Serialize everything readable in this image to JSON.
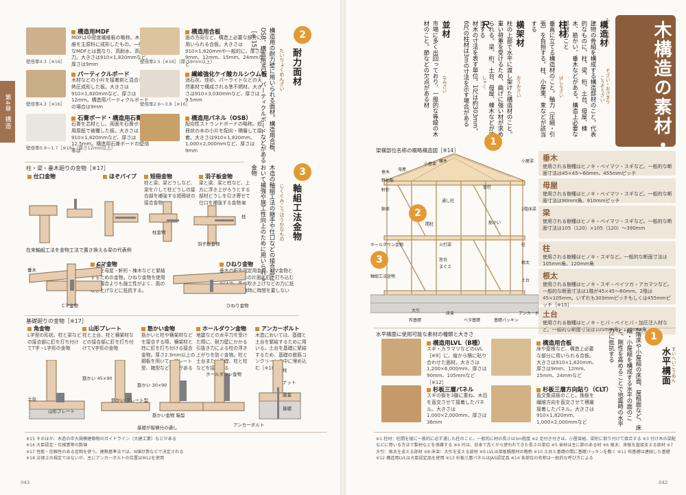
{
  "left_page": {
    "page_number": "043",
    "side_tab": {
      "chapter": "第4章",
      "label": "構造"
    },
    "materials_top": [
      {
        "name": "構造用MDF",
        "desc": "MDFは中密度繊維板の略称。木質繊維を主原料に成形したもの。一般的なMDFとは異なり、高耐水、高耐力。大きさは910×1,820mmなど、厚さは9mm",
        "size": "壁倍率4.3［※16］",
        "color": "#cdb08e"
      },
      {
        "name": "構造用合板",
        "desc": "面の方向など、構造上必要な部分に用いられる合板。大きさは910×1,820mmや一般的に、厚さは9mm、12mm、15mm、24mmなど",
        "size": "壁倍率2.5［※16］（厚さ9mm以上）",
        "color": "#dcc49e"
      },
      {
        "name": "パーティクルボード",
        "desc": "木材などの小片を接着剤と混合して熱圧成形した板。大きさは910×1,820mmなど、厚さは12mm。構造用パーティクルボードの場合は9mm",
        "size": "壁倍率4.3［※16］",
        "color": "#c9ad86"
      },
      {
        "name": "繊維強化ケイ酸カルシウム板",
        "desc": "消石灰、珪砂、パーライトなどの天然素材で構成される準不燃材。大きさは910×3,030mmなど、厚さは9.5mm",
        "size": "壁倍率2.6～3.8［※16］",
        "color": "#e3dcd0"
      },
      {
        "name": "石膏ボード・構造用石膏ボード",
        "desc": "石膏を芯材とし、両面を石膏ボード用原紙で被覆した板。大きさは910×1,820mmなど、厚さは12.5mm。構造用石膏ボードの壁倍率は",
        "size": "壁倍率0.9～1.7［※16］（厚さ12mm以上）",
        "color": "#e9e6e0"
      },
      {
        "name": "構造用パネル（OSB）",
        "desc": "配向性ストランドボードの略称。短冊状の木の小片を配向・積層して接着。大きさは910×1,820mm、1,000×2,000mmなど、厚さは9mm",
        "size": "",
        "color": "#c8a06a"
      }
    ],
    "section2": {
      "number": "2",
      "heading": "耐力面材",
      "reading": "たいりょくめんざい",
      "body": "構造用の耐力壁に用いられる面材。構造用合板、OSB、構造用MDF、パーティクルボードなどがある［※15］"
    },
    "section3": {
      "number": "3",
      "heading": "軸組工法金物",
      "reading": "じくぐみこうほうかなもの",
      "body": "木造の軸組工法の継手や仕口などの接合部において補強や施工性向上のために用いられる金物"
    },
    "hardware_label_1": "柱・梁・垂木廻りの金物［※17］",
    "hardware_1": [
      {
        "name": "仕口金物",
        "desc": ""
      },
      {
        "name": "ほぞパイプ",
        "desc": ""
      },
      {
        "name": "短冊金物",
        "desc": "柱と梁、梁どうしなど、梁を介して柱どうしの接合部を補強する短冊状の接合金物"
      },
      {
        "name": "羽子板金物",
        "desc": "梁と梁、梁と柱など、上方に浮き上がろうとする部材どうしを引き寄せて仕口を補強する金物"
      }
    ],
    "hw_caption_1": "在来軸組工法を金物工法で置き換える梁の代表例",
    "labels_1": {
      "beam": "梁",
      "post": "柱",
      "post_hw": "柱金物",
      "hagoita": "羽子板金物"
    },
    "hardware_2": [
      {
        "name": "Cマ金物",
        "desc": "垂木を母屋・軒桁・棟木などと緊結するための金物。ひねり金物を使用する場合よりも施工性がよく、風の吹き上げなどに抵抗する。"
      },
      {
        "name": "ひねり金物",
        "desc": "垂木の軒先固定用金物。Cマ金物と比べて、垂木の片面に釘を打ち込むだけで、風の吹き上げなどの力に抵抗する。上棟時に時間を要しない"
      }
    ],
    "labels_2": {
      "rafter": "垂木",
      "eave": "軒桁",
      "cma": "Cマ金物",
      "hineri": "ひねり金物"
    },
    "hardware_label_2": "基礎廻りの金物［※17］",
    "hardware_3": [
      {
        "name": "角金物",
        "desc": "L字型の形状。柱と梁などの接合部に釘を打ち付けてT字・L字形の金物"
      },
      {
        "name": "山形プレート",
        "desc": "柱と土台、柱と横架材などの接合部に釘を打ち付けてV字形の金物"
      },
      {
        "name": "筋かい金物",
        "desc": "筋かいと柱や横架材などを接合する際、横架材と柱に釘を打ち付ける接合金物。厚さ2.3mm以上の鋼板を用いて、プレート型、箱型など種類がある"
      },
      {
        "name": "ホールダウン金物",
        "desc": "地震などの水平力を受けた際に、耐力壁にかかる引抜き力による柱の浮き上がりを防ぐ金物。柱と土台または基礎、柱と柱などを接合する"
      },
      {
        "name": "アンカーボルト",
        "desc": "木造においては、基礎と土台を緊結するために用いる。土台を基礎に緊結するため、基礎の鉄筋コンクリートの中に埋め込む［※18］"
      }
    ],
    "labels_3": {
      "sujikai45": "筋かい 45×90",
      "sujikai30": "筋かい 30×90",
      "sujikai_plate": "筋かい プレート型",
      "sujikai_box": "筋かい金物 箱型",
      "dodai": "土台",
      "hashira": "柱",
      "holddown": "ホールダウン金物",
      "anchor": "アンカーボルト",
      "nut": "ナット",
      "washer": "座金",
      "kiso": "基礎",
      "yamagata": "山形プレート",
      "hekiMetal": "基礎が縦横分の通し"
    },
    "footnotes": [
      "※15 そのほか、木造の中大規模建築物のガイドライン（大建工業）などがある",
      "※16 大臣認定・仕様書等の数値",
      "※17 性能・信頼性のある金物を使う。建築基準法では、N値計算などで決定される",
      "※18 法律上の規定ではないが、主にアンカーボルトの位置はM12を使用"
    ]
  },
  "right_page": {
    "page_number": "042",
    "title": "木構造の素材・納まり",
    "title_reading_1": "もくこうぞう",
    "title_reading_2": "そざい・おさまり",
    "intro": [
      {
        "heading": "構造材",
        "reading": "こうぞうざい",
        "body": "建物の骨組を構成する構造部材のこと。代表的なものに、柱、梁、桁、土台、母屋、棟木、筋かい、垂木などがある。構造上必要な部材のこと"
      },
      {
        "heading": "柱材",
        "reading": "はしらざい",
        "body": "垂直に立てる構造材のこと。軸力（圧縮・引張）を負担する。柱、小屋束、束などが該当する"
      },
      {
        "heading": "横架材",
        "reading": "おうかざい",
        "body": "柱の上部で水平に渡し架けた構造材のこと。重い荷重を受けるため、曲げに強い材が求められる。梁、桁、土台、母屋、棟木などが該当する"
      },
      {
        "heading": "尺",
        "reading": "しゃく",
        "body": "材木の寸法を表す単位。1尺は約303mm。6尺の柱材は3mの寸法を示す場合がある"
      },
      {
        "heading": "並材",
        "reading": "なみざい",
        "body": "市場に多く出回っており、一般的な等級の木材のこと。節などの欠点がある材"
      }
    ],
    "diagram_title": "架構部位名称の概略構造図［※14］",
    "diagram_labels": [
      "棟木",
      "小屋束",
      "母屋",
      "垂木",
      "野地板",
      "軒桁",
      "胴差",
      "管柱",
      "通し柱",
      "筋かい",
      "間柱",
      "火打梁",
      "窓台",
      "まぐさ",
      "柱",
      "根太",
      "土台",
      "大引",
      "床束",
      "布基礎",
      "ベタ基礎",
      "基礎パッキン",
      "ホールダウン金物",
      "軸組工法金物",
      "アンカーボルト",
      "小屋梁",
      "2階床梁"
    ],
    "member_table": [
      {
        "name": "垂木",
        "desc": "使用される樹種はヒノキ・ベイマツ・スギなど。一般的な断面寸法は45×45～60mm、455mmピッチ"
      },
      {
        "name": "母屋",
        "desc": "使用される樹種はヒノキ・ベイマツ・スギなど。一般的な断面寸法は90mm角、910mmピッチ"
      },
      {
        "name": "梁",
        "desc": "使用される樹種はヒノキ・ベイマツ・スギなど。一般的な断面寸法は105（120）×105（120）～390mm"
      },
      {
        "name": "柱",
        "desc": "使用される樹種はヒノキ・スギなど。一般的な断面寸法は105mm角、120mm角"
      },
      {
        "name": "根太",
        "desc": "使用される樹種はヒノキ・スギ・ベイツガ・アカマツなど。一般的な断面寸法は1階が45×45～60mm、2階は45×105mm。いずれも303mmピッチもしくは455mmピッチ［※15］"
      },
      {
        "name": "土台",
        "desc": "使用される樹種はヒノキ・ヒバ・ベイヒバ・加圧注入材など。一般的な断面寸法は105mm角、120mm角"
      }
    ],
    "floor_caption": "水平構面に使用可能な素材の種類と大きさ",
    "floor_materials": [
      {
        "name": "構造用LVL（B種）",
        "desc": "スギ・カラマツなどのLVL［※9］に、縦から横に貼り合わせた面材。大きさは1,200×6,000mm、厚さは90mm、105mmなど［※12］",
        "color": "#cda777"
      },
      {
        "name": "構造用合板",
        "desc": "床や屋根など、構造上必要な部分に用いられる合板。大きさは910×1,820mm、厚さは9mm、12mm、15mm、24mmなど",
        "color": "#d9bd92"
      },
      {
        "name": "杉板三層パネル",
        "desc": "スギの板を3層に重ね、木目を直交させて接着したパネル。大きさは1,000×2,000mm、厚さは36mm",
        "color": "#c69a68"
      },
      {
        "name": "杉板三層方向貼り（CLT）",
        "desc": "直交集成板のこと。挽板を繊維方向を直交させて積層接着したパネル。大きさは910×1,820mm、1,000×2,000mmなど",
        "color": "#d4b184"
      }
    ],
    "section1": {
      "number": "1",
      "heading": "水平構面",
      "reading": "すいへいこうめん",
      "body": "2階床や小屋組の床面、屋根面など、床組・小屋組を構成する水平の面のこと。剛性を高めることで地震時の水平力に抵抗する"
    },
    "footnotes": "※1 柱材：柱間を縦に一般的に必ず通した柱のこと。一般的に材の長さは3m程度 ※2 足付き付きは、小屋束組、梁桁に取り付けて接合する ※3 付け木の梁配などに用いる方法で製材などを保護する ※4 尺は、日本で古くから使われてきた長さの単位 ※5 並材は主に節のある材 ※6 根太：床板を直接支える部材 ※7 大引：根太を支える部材 ※8 床束：大引を支える部材 ※9 LVLは単板積層材の略称 ※10 土台と基礎の間に基礎パッキンを敷く ※11 布基礎は連続した基礎 ※12 構造用LVLは大臣認定品を使用 ※13 杉板三層パネルはJAS認定品 ※14 各部位の名称は一般的な呼び方による"
  }
}
